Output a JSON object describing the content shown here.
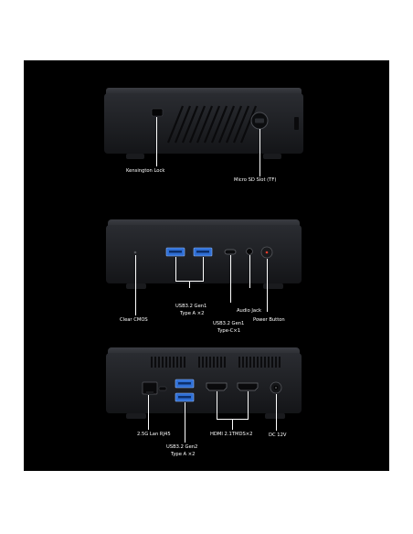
{
  "views": {
    "side": {
      "kensington": "Kensington Lock",
      "microsd": "Micro SD Slot (TF)"
    },
    "front": {
      "clear_cmos": "Clear CMOS",
      "usb_a_line1": "USB3.2 Gen1",
      "usb_a_line2": "Type A ×2",
      "usb_c_line1": "USB3.2 Gen1",
      "usb_c_line2": "Type-C×1",
      "audio": "Audio Jack",
      "power": "Power Button"
    },
    "rear": {
      "lan": "2.5G Lan RJ45",
      "usb_line1": "USB3.2 Gen2",
      "usb_line2": "Type A ×2",
      "hdmi": "HDMI 2.1TMDS×2",
      "dc": "DC 12V"
    }
  },
  "colors": {
    "background": "#000000",
    "device": "#1c1e22",
    "usb_blue": "#2f6fd6",
    "label": "#ffffff"
  }
}
